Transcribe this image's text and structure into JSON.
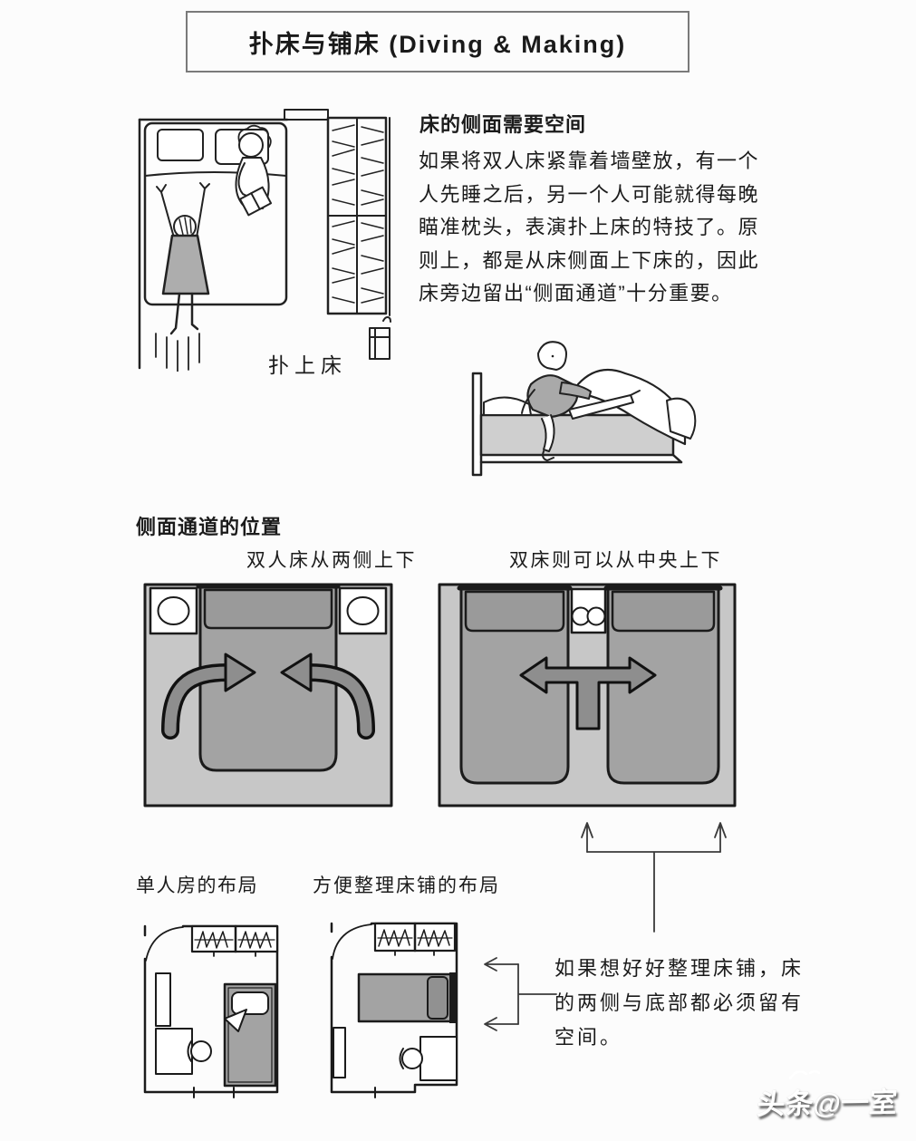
{
  "title": "扑床与铺床 (Diving & Making)",
  "section_diving": {
    "heading": "床的侧面需要空间",
    "lines": [
      "如果将双人床紧靠着墙壁放，有一个",
      "人先睡之后，另一个人可能就得每晚",
      "瞄准枕头，表演扑上床的特技了。原",
      "则上，都是从床侧面上下床的，因此",
      "床旁边留出“侧面通道”十分重要。"
    ],
    "diving_caption": "扑上床"
  },
  "section_aisle": {
    "heading": "侧面通道的位置",
    "double_bed_label": "双人床从两侧上下",
    "twin_beds_label": "双床则可以从中央上下"
  },
  "section_layouts": {
    "single_room_label": "单人房的布局",
    "easy_making_label": "方便整理床铺的布局",
    "note_lines": [
      "如果想好好整理床铺，床",
      "的两侧与底部都必须留有",
      "空间。"
    ]
  },
  "watermark": "头条@一室",
  "colors": {
    "paper": "#fcfcfc",
    "ink": "#1b1b1b",
    "floor_gray": "#c7c7c7",
    "bed_gray": "#a3a3a3",
    "pillow_gray": "#9a9a9a",
    "arrow_gray": "#8e8e8e",
    "box_border": "#7a7a7a"
  }
}
